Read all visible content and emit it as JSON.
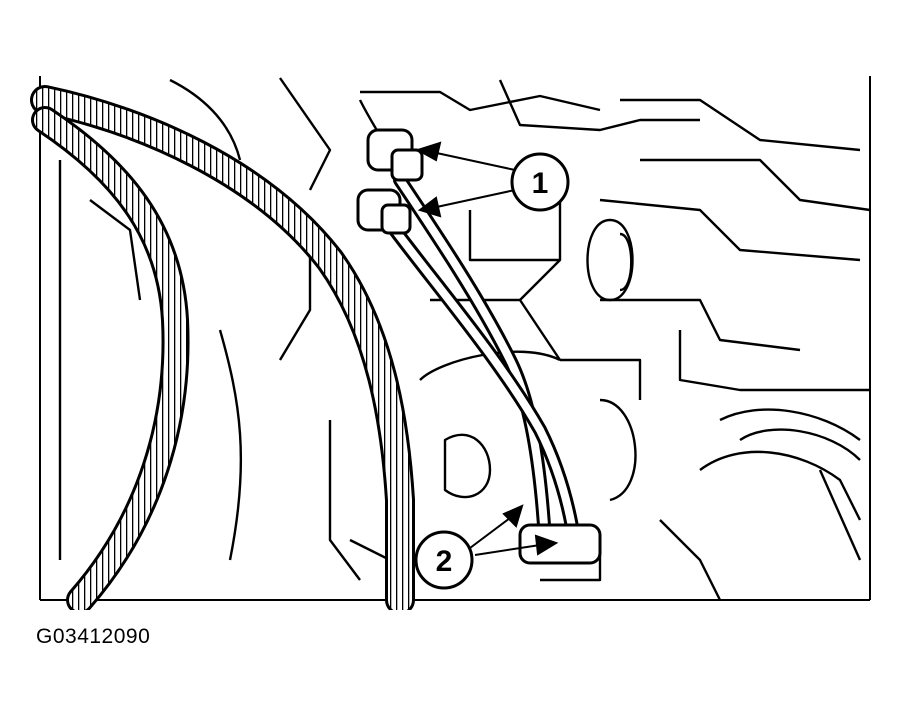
{
  "figure": {
    "id_text": "G03412090",
    "callouts": [
      {
        "label": "1"
      },
      {
        "label": "2"
      }
    ],
    "colors": {
      "ink": "#000000",
      "paper": "#ffffff"
    }
  }
}
